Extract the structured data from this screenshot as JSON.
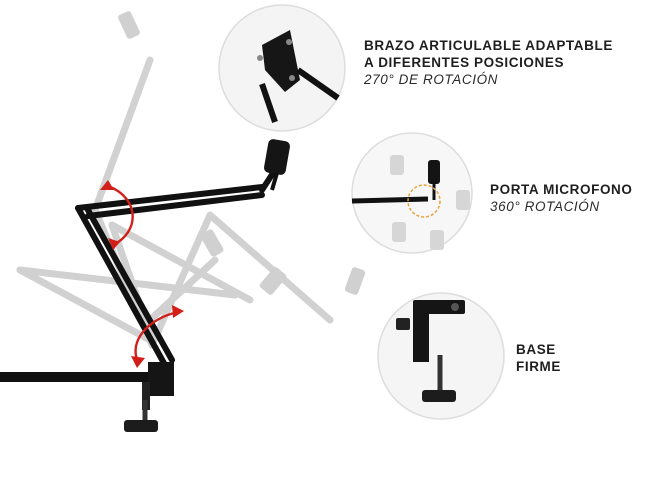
{
  "features": {
    "arm": {
      "line1": "BRAZO ARTICULABLE ADAPTABLE",
      "line2": "A DIFERENTES POSICIONES",
      "detail": "270° DE ROTACIÓN"
    },
    "mic": {
      "line1": "PORTA MICROFONO",
      "detail": "360° ROTACIÓN"
    },
    "base": {
      "line1": "BASE",
      "line2": "FIRME"
    }
  },
  "colors": {
    "arm": "#111111",
    "ghost": "#c8c8c8",
    "arrow": "#d21f1a",
    "bubble": "#f4f4f4",
    "text": "#1e1e1e"
  }
}
